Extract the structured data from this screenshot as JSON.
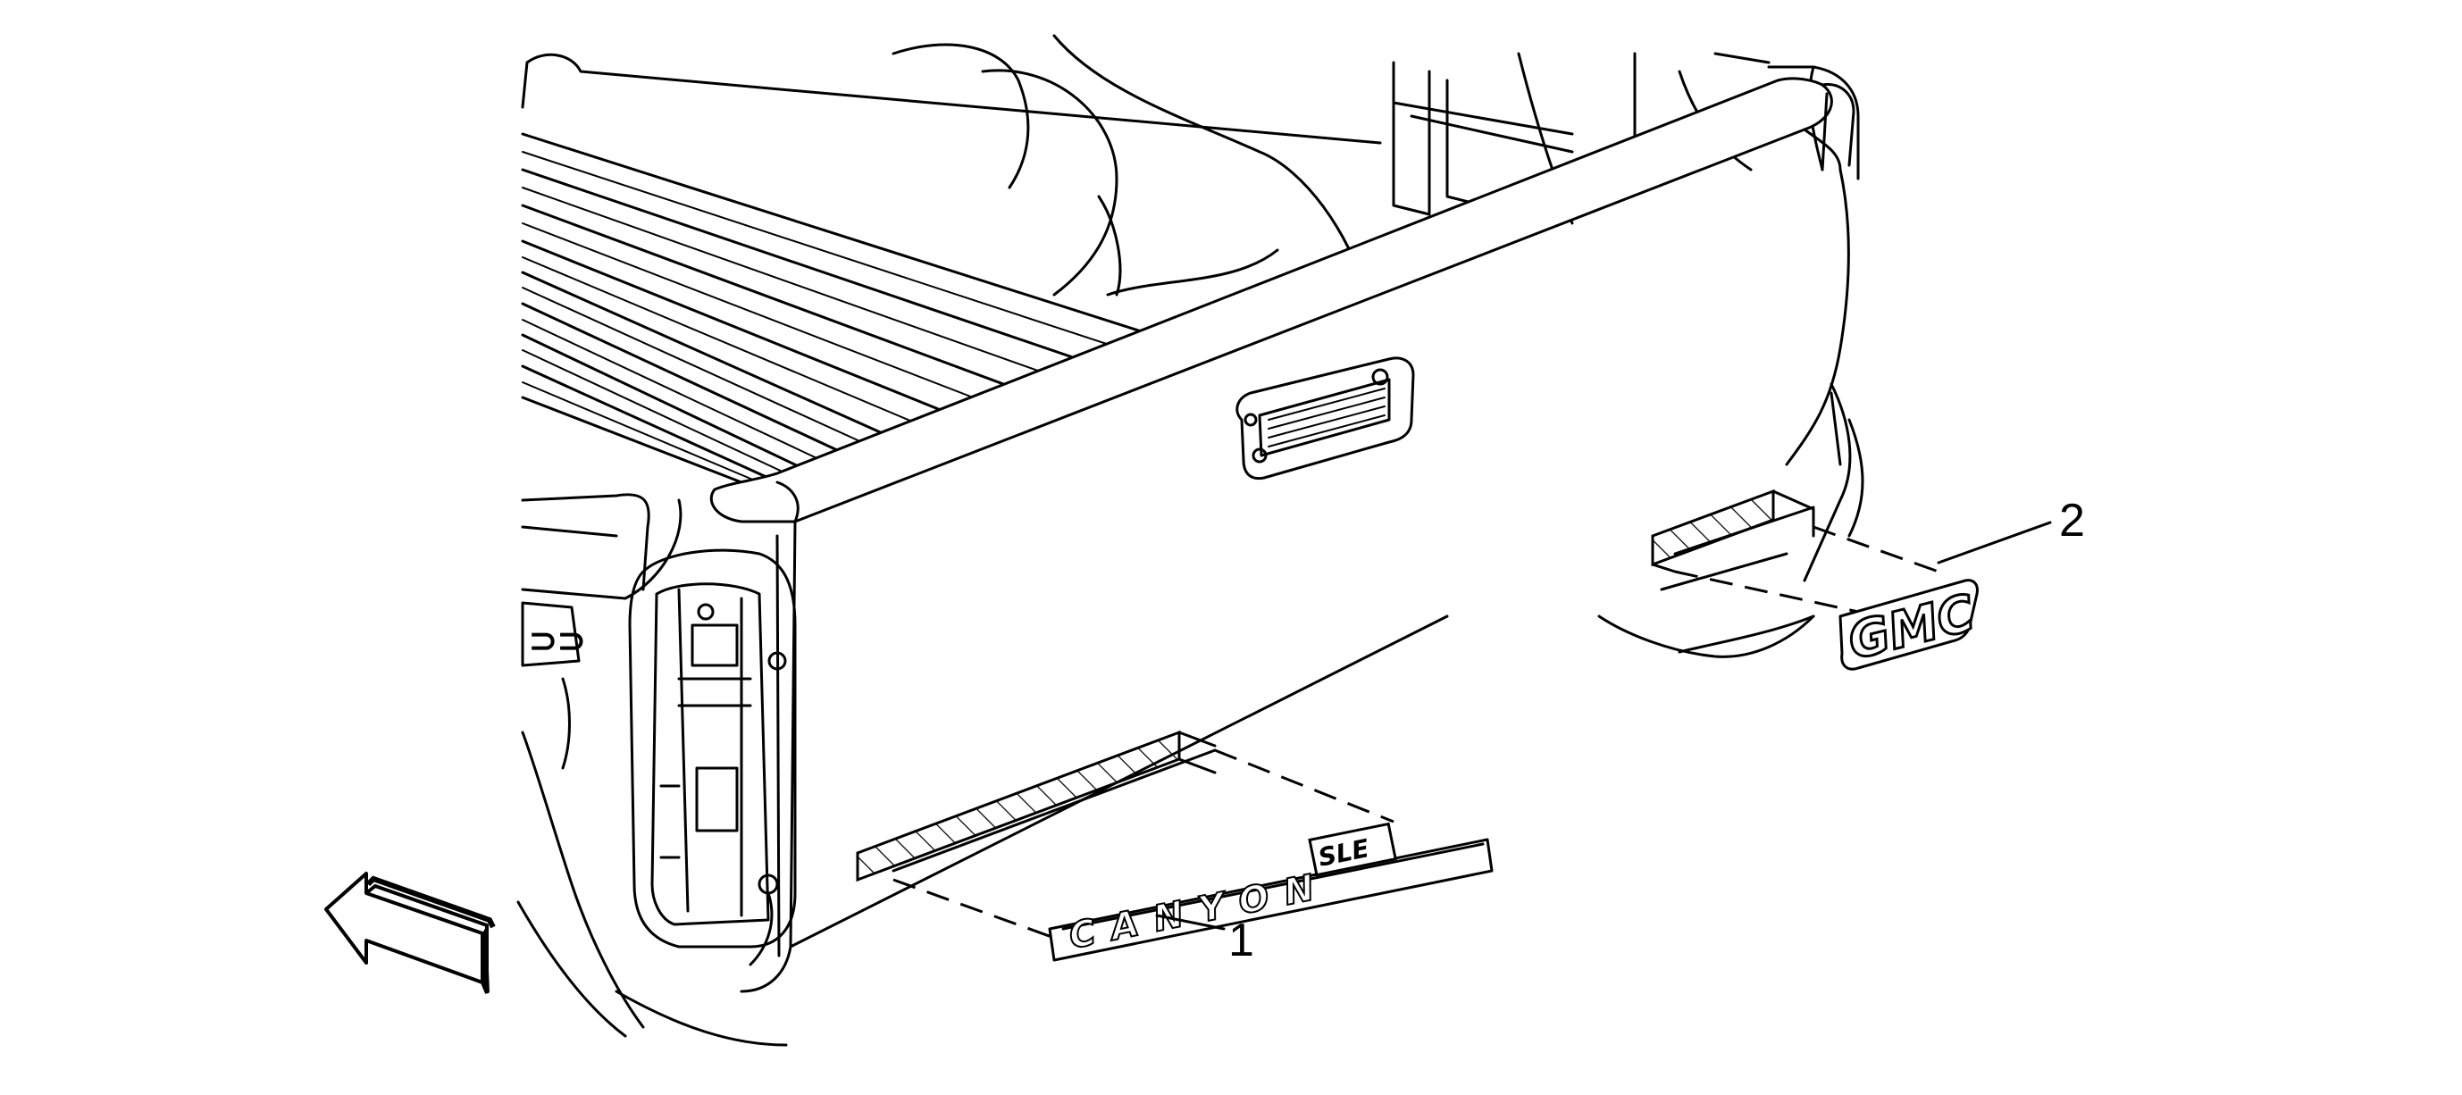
{
  "figure": {
    "subject": "pickup-tailgate-emblem-installation",
    "callouts": [
      {
        "number": "1",
        "part": "canyon-sle-nameplate"
      },
      {
        "number": "2",
        "part": "gmc-emblem"
      }
    ],
    "badges": {
      "nameplate_text": "CANYON",
      "nameplate_trim": "SLE",
      "emblem_text": "GMC"
    },
    "direction_arrow": "forward-arrow-icon"
  }
}
